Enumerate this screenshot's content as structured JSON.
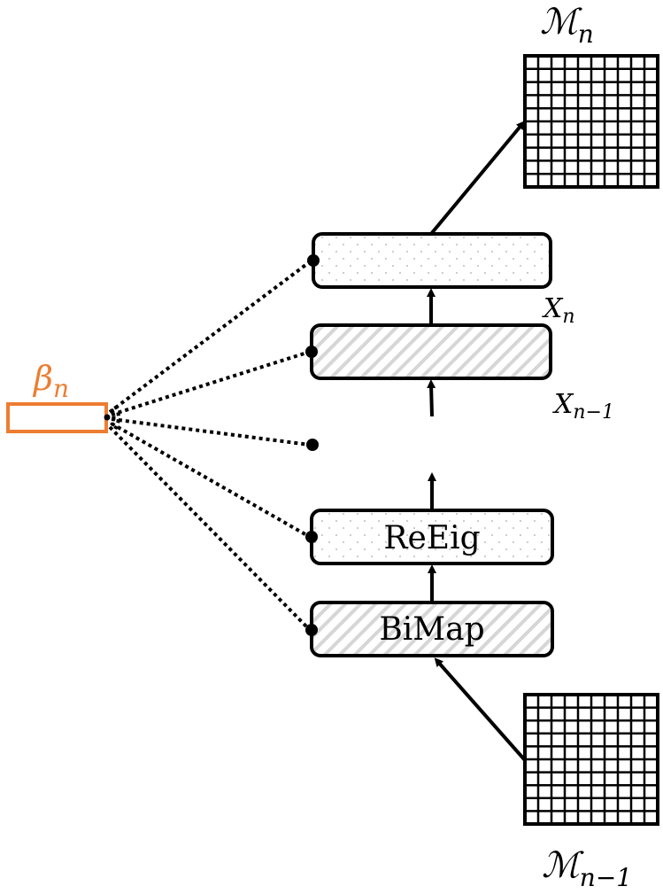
{
  "diagram": {
    "title": "SPD network layer stack with weighting vector",
    "colors": {
      "stroke": "#000000",
      "accent": "#ED7D31",
      "hatch": "#d6d6d6",
      "dots": "#bdbdbd",
      "background": "#ffffff"
    },
    "matrices": {
      "top": {
        "label_main": "ℳ",
        "label_sub": "n",
        "grid_cells": 10
      },
      "bottom": {
        "label_main": "ℳ",
        "label_sub": "n−1",
        "grid_cells": 10
      }
    },
    "weight_vector": {
      "label_main": "β",
      "label_sub": "n"
    },
    "layers": [
      {
        "id": "output-layer",
        "label": "",
        "pattern": "dots"
      },
      {
        "id": "hidden-layer",
        "label": "",
        "pattern": "hatch"
      },
      {
        "id": "reeig-layer",
        "label": "ReEig",
        "pattern": "dots"
      },
      {
        "id": "bimap-layer",
        "label": "BiMap",
        "pattern": "hatch"
      }
    ],
    "state_labels": {
      "x_n": {
        "main": "X",
        "sub": "n"
      },
      "x_n_minus_1": {
        "main": "X",
        "sub": "n−1"
      }
    },
    "connections": {
      "dotted_from_beta_count": 5,
      "ellipsis_marker": "•"
    }
  }
}
